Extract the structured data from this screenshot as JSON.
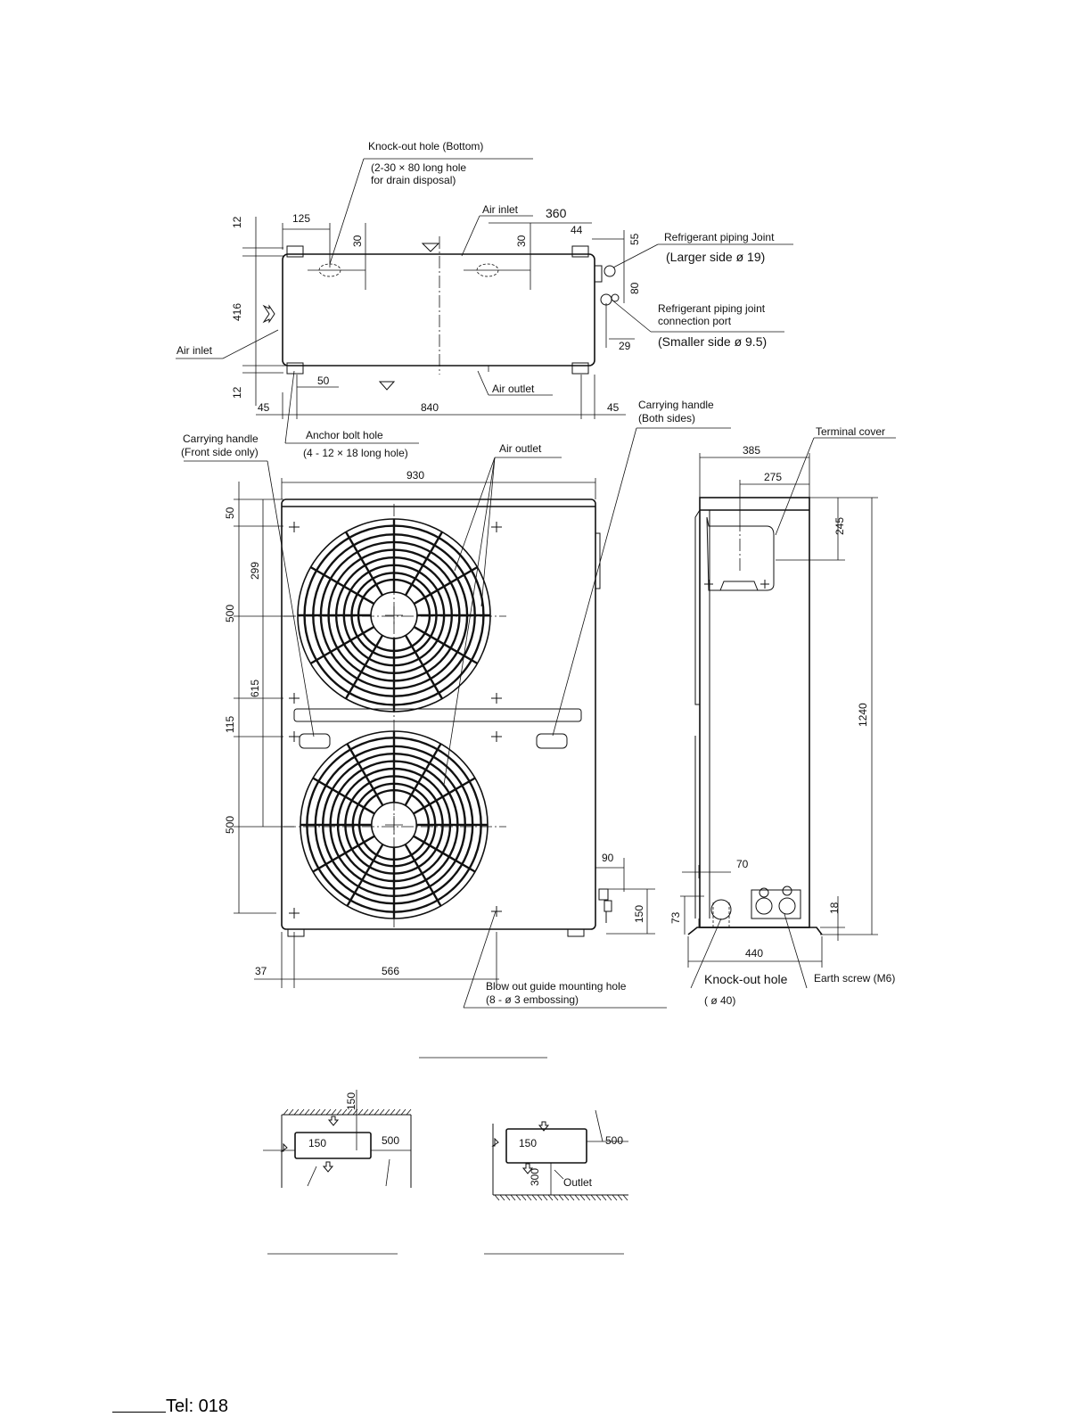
{
  "top_view": {
    "knockout_title": "Knock-out hole (Bottom)",
    "knockout_line1": "(2-30  ×  80 long hole",
    "knockout_line2": "for drain disposal)",
    "air_inlet_top": "Air inlet",
    "air_inlet_left": "Air inlet",
    "air_outlet": "Air outlet",
    "ref_joint_title": "Refrigerant piping Joint",
    "ref_joint_size": "(Larger side  ø 19)",
    "ref_port_line1": "Refrigerant piping joint",
    "ref_port_line2": "connection port",
    "ref_port_size": "(Smaller side  ø 9.5)",
    "dims": {
      "d125": "125",
      "d30a": "30",
      "d30b": "30",
      "d360": "360",
      "d44": "44",
      "d55": "55",
      "d12a": "12",
      "d416": "416",
      "d80": "80",
      "d29": "29",
      "d12b": "12",
      "d50": "50",
      "d45a": "45",
      "d840": "840",
      "d45b": "45"
    }
  },
  "front_view": {
    "carrying_handle_front_1": "Carrying handle",
    "carrying_handle_front_2": "(Front side only)",
    "anchor_title": "Anchor bolt hole",
    "anchor_size": "(4 - 12  ×  18 long hole)",
    "air_outlet": "Air outlet",
    "carrying_handle_both_1": "Carrying handle",
    "carrying_handle_both_2": "(Both sides)",
    "blowout_1": "Blow out guide mounting hole",
    "blowout_2": "(8 - ø 3 embossing)",
    "dims": {
      "d930": "930",
      "d50": "50",
      "d299": "299",
      "d500a": "500",
      "d615": "615",
      "d115": "115",
      "d500b": "500",
      "d90": "90",
      "d150": "150",
      "d37": "37",
      "d566": "566"
    }
  },
  "side_view": {
    "terminal_cover": "Terminal cover",
    "knockout": "Knock-out hole",
    "knockout_size": "( ø 40)",
    "earth_screw": "Earth screw (M6)",
    "dims": {
      "d385": "385",
      "d275": "275",
      "d245": "245",
      "d1240": "1240",
      "d70": "70",
      "d73": "73",
      "d18": "18",
      "d440": "440"
    }
  },
  "clearance": {
    "left": {
      "d150_top": "150",
      "d150_side": "150",
      "d500": "500"
    },
    "right": {
      "d150_side": "150",
      "d500": "500",
      "d300": "300",
      "outlet": "Outlet"
    }
  },
  "footer": {
    "text": "Tel: 018"
  }
}
